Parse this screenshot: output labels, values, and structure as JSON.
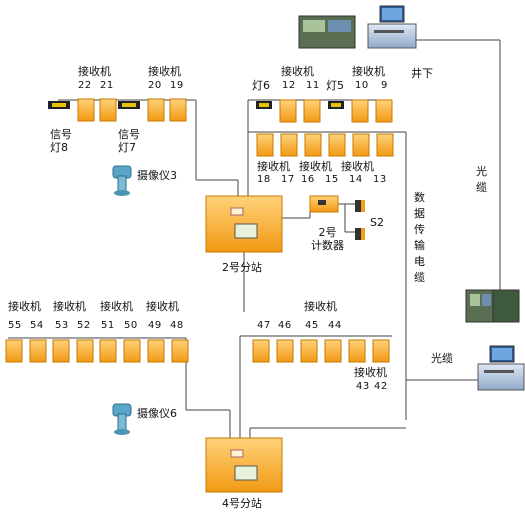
{
  "underground_label": "井下",
  "fiber_cable_top": "光缆",
  "fiber_cable_bottom": "光缆",
  "data_cable_vertical": "数据传输电缆",
  "substation2": {
    "name": "2号分站",
    "camera": "摄像仪3",
    "counter": "2号\n计数器",
    "sensor": "S2",
    "left_group": {
      "label_a": "接收机",
      "label_b": "接收机",
      "numbers": [
        "22",
        "21",
        "20",
        "19"
      ],
      "lamps": [
        "信号\n灯8",
        "信号\n灯7"
      ]
    },
    "right_top": {
      "labels": [
        "灯6",
        "接收机",
        "灯5",
        "接收机"
      ],
      "numbers": [
        "12",
        "11",
        "10",
        "9"
      ]
    },
    "right_bottom": {
      "label": "接收机",
      "numbers": [
        "18",
        "17",
        "16",
        "15",
        "14",
        "13"
      ]
    }
  },
  "substation4": {
    "name": "4号分站",
    "camera": "摄像仪6",
    "left_group": {
      "labels": [
        "接收机",
        "接收机",
        "接收机",
        "接收机"
      ],
      "numbers": [
        "55",
        "54",
        "53",
        "52",
        "51",
        "50",
        "49",
        "48"
      ]
    },
    "right_group": {
      "label_top": "接收机",
      "numbers_top": [
        "47",
        "46",
        "45",
        "44"
      ],
      "label_bottom": "接收机",
      "numbers_bottom": [
        "43",
        "42"
      ]
    }
  },
  "colors": {
    "device": "#f5a623",
    "device_border": "#c77800",
    "line": "#444444",
    "camera": "#5aa6c9"
  }
}
